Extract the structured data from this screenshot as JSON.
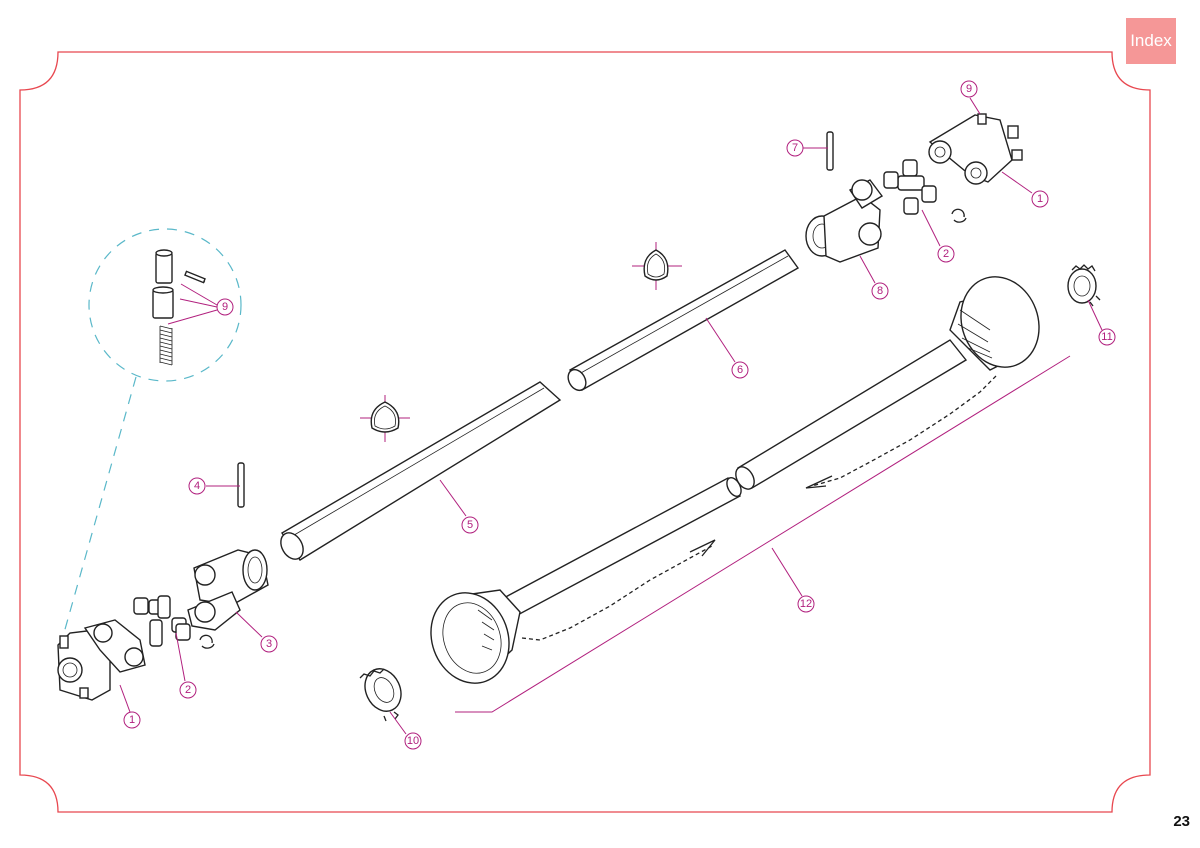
{
  "index_button": {
    "label": "Index"
  },
  "page_number": "23",
  "colors": {
    "frame": "#e8474f",
    "callout": "#b1207e",
    "detail_circle": "#5ab8c9",
    "index_bg": "#f59797"
  },
  "callouts": [
    "1",
    "2",
    "3",
    "4",
    "5",
    "6",
    "7",
    "8",
    "9",
    "10",
    "11",
    "12"
  ]
}
